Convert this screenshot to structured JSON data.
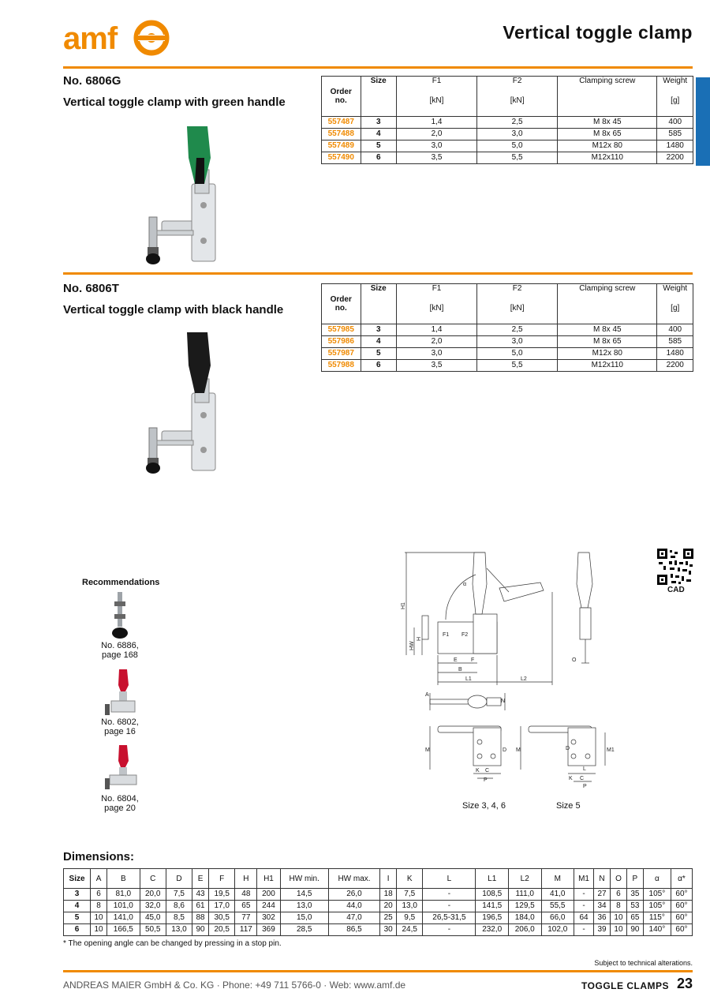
{
  "header": {
    "logo_text": "amf",
    "title": "Vertical toggle clamp",
    "brand_color": "#f08a00",
    "tab_color": "#1a6fb5"
  },
  "sections": [
    {
      "no": "No. 6806G",
      "subtitle": "Vertical toggle clamp with green handle",
      "handle_color": "#1f8a4c",
      "rows": [
        {
          "order": "557487",
          "size": "3",
          "f1": "1,4",
          "f2": "2,5",
          "screw": "M 8x 45",
          "weight": "400"
        },
        {
          "order": "557488",
          "size": "4",
          "f1": "2,0",
          "f2": "3,0",
          "screw": "M 8x 65",
          "weight": "585"
        },
        {
          "order": "557489",
          "size": "5",
          "f1": "3,0",
          "f2": "5,0",
          "screw": "M12x 80",
          "weight": "1480"
        },
        {
          "order": "557490",
          "size": "6",
          "f1": "3,5",
          "f2": "5,5",
          "screw": "M12x110",
          "weight": "2200"
        }
      ]
    },
    {
      "no": "No. 6806T",
      "subtitle": "Vertical toggle clamp with black handle",
      "handle_color": "#1a1a1a",
      "rows": [
        {
          "order": "557985",
          "size": "3",
          "f1": "1,4",
          "f2": "2,5",
          "screw": "M 8x 45",
          "weight": "400"
        },
        {
          "order": "557986",
          "size": "4",
          "f1": "2,0",
          "f2": "3,0",
          "screw": "M 8x 65",
          "weight": "585"
        },
        {
          "order": "557987",
          "size": "5",
          "f1": "3,0",
          "f2": "5,0",
          "screw": "M12x 80",
          "weight": "1480"
        },
        {
          "order": "557988",
          "size": "6",
          "f1": "3,5",
          "f2": "5,5",
          "screw": "M12x110",
          "weight": "2200"
        }
      ]
    }
  ],
  "spec_headers": {
    "order": "Order no.",
    "size": "Size",
    "f1": "F1",
    "f1_unit": "[kN]",
    "f2": "F2",
    "f2_unit": "[kN]",
    "screw": "Clamping screw",
    "weight": "Weight",
    "weight_unit": "[g]"
  },
  "recommendations": {
    "title": "Recommendations",
    "items": [
      {
        "caption_line1": "No. 6886,",
        "caption_line2": "page 168"
      },
      {
        "caption_line1": "No. 6802,",
        "caption_line2": "page 16"
      },
      {
        "caption_line1": "No. 6804,",
        "caption_line2": "page 20"
      }
    ]
  },
  "cad": {
    "label": "CAD"
  },
  "drawing": {
    "labels": {
      "h1": "H1",
      "hw": "HW",
      "h": "H",
      "alpha": "α",
      "f1": "F1",
      "f2": "F2",
      "e": "E",
      "f": "F",
      "b": "B",
      "l1": "L1",
      "l2": "L2",
      "o": "O",
      "a": "A",
      "n": "N",
      "m": "M",
      "d": "D",
      "k": "K",
      "c": "C",
      "p": "P",
      "l": "L",
      "m1": "M1"
    },
    "caption_left": "Size 3, 4, 6",
    "caption_right": "Size 5"
  },
  "dimensions": {
    "title": "Dimensions:",
    "headers": [
      "Size",
      "A",
      "B",
      "C",
      "D",
      "E",
      "F",
      "H",
      "H1",
      "HW min.",
      "HW max.",
      "I",
      "K",
      "L",
      "L1",
      "L2",
      "M",
      "M1",
      "N",
      "O",
      "P",
      "α",
      "α*"
    ],
    "rows": [
      [
        "3",
        "6",
        "81,0",
        "20,0",
        "7,5",
        "43",
        "19,5",
        "48",
        "200",
        "14,5",
        "26,0",
        "18",
        "7,5",
        "-",
        "108,5",
        "111,0",
        "41,0",
        "-",
        "27",
        "6",
        "35",
        "105°",
        "60°"
      ],
      [
        "4",
        "8",
        "101,0",
        "32,0",
        "8,6",
        "61",
        "17,0",
        "65",
        "244",
        "13,0",
        "44,0",
        "20",
        "13,0",
        "-",
        "141,5",
        "129,5",
        "55,5",
        "-",
        "34",
        "8",
        "53",
        "105°",
        "60°"
      ],
      [
        "5",
        "10",
        "141,0",
        "45,0",
        "8,5",
        "88",
        "30,5",
        "77",
        "302",
        "15,0",
        "47,0",
        "25",
        "9,5",
        "26,5-31,5",
        "196,5",
        "184,0",
        "66,0",
        "64",
        "36",
        "10",
        "65",
        "115°",
        "60°"
      ],
      [
        "6",
        "10",
        "166,5",
        "50,5",
        "13,0",
        "90",
        "20,5",
        "117",
        "369",
        "28,5",
        "86,5",
        "30",
        "24,5",
        "-",
        "232,0",
        "206,0",
        "102,0",
        "-",
        "39",
        "10",
        "90",
        "140°",
        "60°"
      ]
    ],
    "footnote": "* The opening angle can be changed by pressing in a stop pin."
  },
  "subject_note": "Subject to technical alterations.",
  "footer": {
    "company": "ANDREAS MAIER GmbH & Co. KG · Phone: +49 711 5766-0 · Web: www.amf.de",
    "category": "TOGGLE CLAMPS",
    "page": "23"
  }
}
